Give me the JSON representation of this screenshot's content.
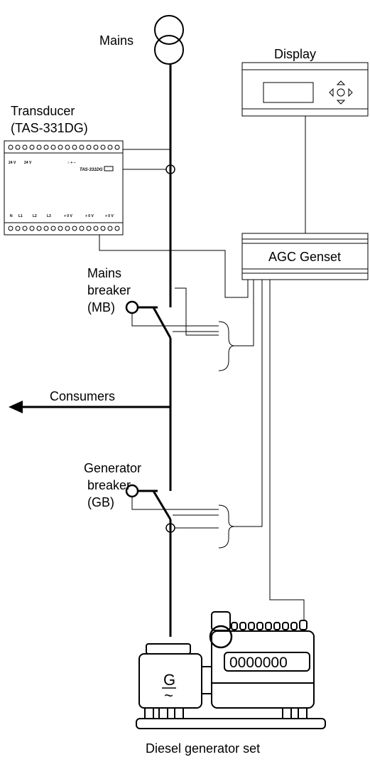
{
  "labels": {
    "mains": "Mains",
    "display": "Display",
    "transducer_line1": "Transducer",
    "transducer_line2": "(TAS-331DG)",
    "agc": "AGC Genset",
    "mb_line1": "Mains",
    "mb_line2": "breaker",
    "mb_line3": "(MB)",
    "consumers": "Consumers",
    "gb_line1": "Generator",
    "gb_line2": "breaker",
    "gb_line3": "(GB)",
    "generator": "G",
    "generator_symbol": "~",
    "diesel": "Diesel generator set"
  },
  "transducer_markings": {
    "model": "TAS-331DG",
    "top_left_a": "24 V",
    "top_left_b": "24 V",
    "bottom_terms": [
      "N",
      "L1",
      "L2",
      "L3",
      "+ 0 V",
      "+ 0 V",
      "+ 0 V"
    ]
  },
  "engine_panel": {
    "digits": "0000000"
  },
  "icons": [
    "display-screen-icon",
    "arrow-keypad-icon",
    "transformer-icon",
    "breaker-switch-icon",
    "current-transformer-icon",
    "engine-icon"
  ]
}
